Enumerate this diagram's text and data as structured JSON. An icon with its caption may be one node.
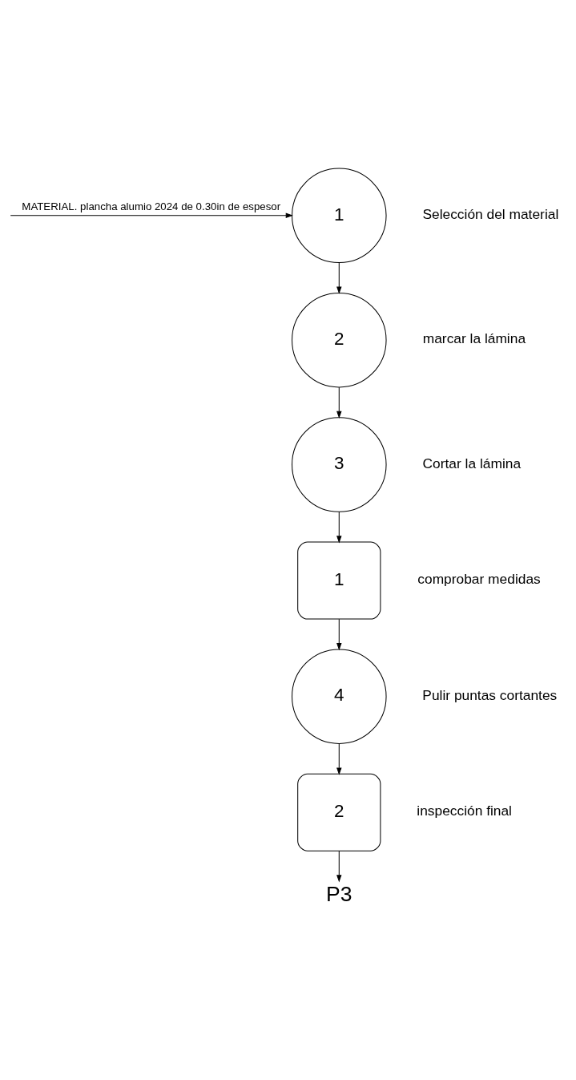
{
  "diagram": {
    "nodes": [
      {
        "text": [
          "1"
        ],
        "beside": [
          "Selección del material"
        ]
      },
      {
        "text": [
          "2"
        ],
        "beside": [
          "marcar la lámina"
        ]
      },
      {
        "text": [
          "3"
        ],
        "beside": [
          "Cortar la lámina"
        ]
      },
      {
        "text": [
          "1"
        ],
        "beside": [
          "comprobar medidas"
        ]
      },
      {
        "text": [
          "4"
        ],
        "beside": [
          "Pulir puntas cortantes"
        ]
      },
      {
        "text": [
          "2"
        ],
        "beside": [
          "inspección final"
        ]
      },
      {
        "text": [
          "P3"
        ]
      }
    ],
    "edges": [
      {
        "from": null,
        "to": 0,
        "arrow": "to",
        "label": "MATERIAL. plancha alumio 2024 de 0.30in de espesor"
      },
      {
        "from": 0,
        "to": 1,
        "arrow": "to"
      },
      {
        "from": 1,
        "to": 2,
        "arrow": "to"
      },
      {
        "from": 2,
        "to": 3,
        "arrow": "to"
      },
      {
        "from": 3,
        "to": 4,
        "arrow": "to"
      },
      {
        "from": 4,
        "to": 5,
        "arrow": "to"
      },
      {
        "from": 5,
        "to": 6,
        "arrow": "to"
      }
    ]
  }
}
